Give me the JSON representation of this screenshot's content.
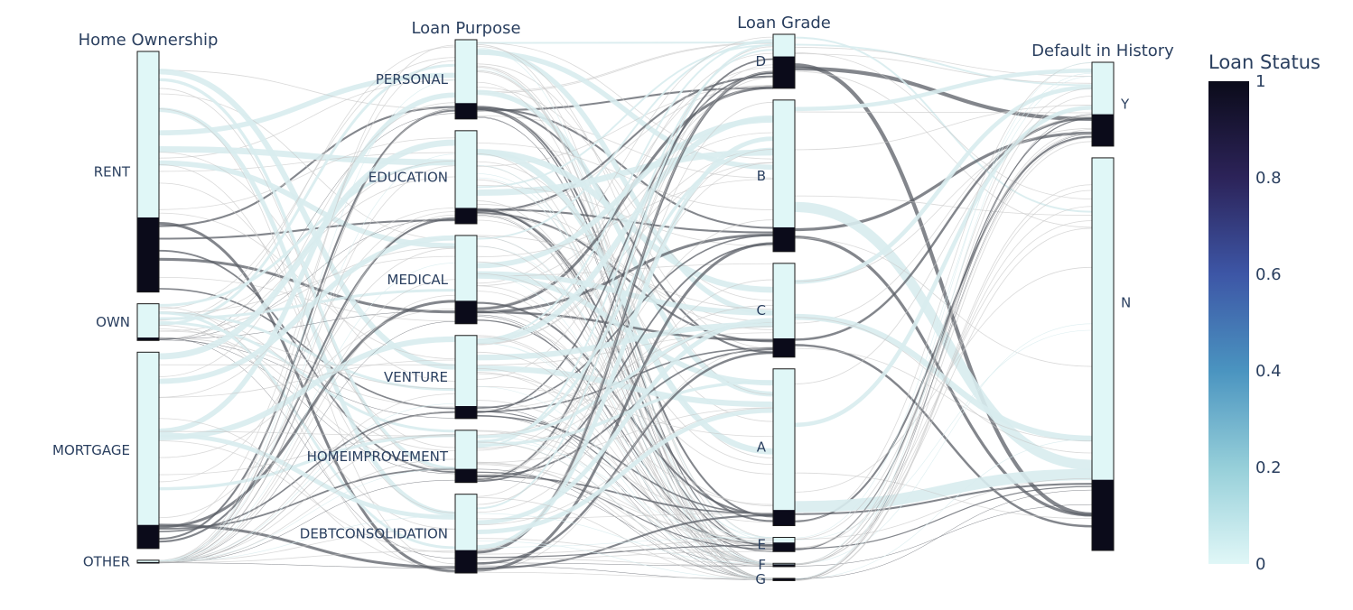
{
  "chart_data": {
    "type": "parcats",
    "dimensions": [
      {
        "label": "Home Ownership",
        "categories": [
          {
            "label": "RENT",
            "count": 50.5,
            "default_fraction": 0.31
          },
          {
            "label": "OWN",
            "count": 7.7,
            "default_fraction": 0.08
          },
          {
            "label": "MORTGAGE",
            "count": 41.2,
            "default_fraction": 0.12
          },
          {
            "label": "OTHER",
            "count": 0.6,
            "default_fraction": 0.33
          }
        ]
      },
      {
        "label": "Loan Purpose",
        "categories": [
          {
            "label": "PERSONAL",
            "count": 16.7,
            "default_fraction": 0.2
          },
          {
            "label": "EDUCATION",
            "count": 19.6,
            "default_fraction": 0.17
          },
          {
            "label": "MEDICAL",
            "count": 18.6,
            "default_fraction": 0.26
          },
          {
            "label": "VENTURE",
            "count": 17.5,
            "default_fraction": 0.15
          },
          {
            "label": "HOMEIMPROVEMENT",
            "count": 11.0,
            "default_fraction": 0.26
          },
          {
            "label": "DEBTCONSOLIDATION",
            "count": 16.6,
            "default_fraction": 0.29
          }
        ]
      },
      {
        "label": "Loan Grade",
        "categories": [
          {
            "label": "D",
            "count": 11.4,
            "default_fraction": 0.59
          },
          {
            "label": "B",
            "count": 32.0,
            "default_fraction": 0.16
          },
          {
            "label": "C",
            "count": 19.8,
            "default_fraction": 0.2
          },
          {
            "label": "A",
            "count": 33.1,
            "default_fraction": 0.1
          },
          {
            "label": "E",
            "count": 3.0,
            "default_fraction": 0.64
          },
          {
            "label": "F",
            "count": 0.7,
            "default_fraction": 0.7
          },
          {
            "label": "G",
            "count": 0.2,
            "default_fraction": 0.98
          }
        ]
      },
      {
        "label": "Default in History",
        "categories": [
          {
            "label": "Y",
            "count": 17.6,
            "default_fraction": 0.38
          },
          {
            "label": "N",
            "count": 82.4,
            "default_fraction": 0.18
          }
        ]
      }
    ],
    "color": {
      "title": "Loan Status",
      "ticks": [
        "1",
        "0.8",
        "0.6",
        "0.4",
        "0.2",
        "0"
      ],
      "range": [
        0,
        1
      ],
      "colorscale": [
        "#e0f7f7",
        "#96cfd9",
        "#4a94c0",
        "#3d56a6",
        "#2c2359",
        "#0b0b1a"
      ]
    }
  }
}
